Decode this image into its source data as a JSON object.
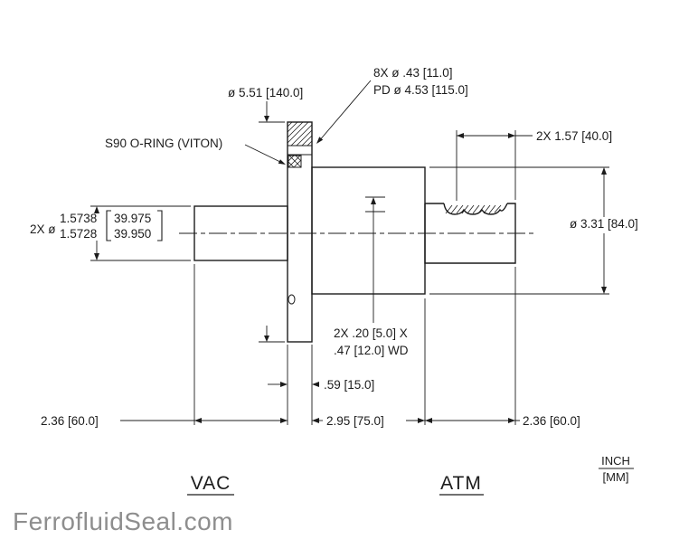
{
  "annotations": {
    "flange_od": "ø 5.51 [140.0]",
    "bolt_holes_line1": "8X ø .43 [11.0]",
    "bolt_holes_line2": "PD ø 4.53 [115.0]",
    "oring": "S90 O-RING (VITON)",
    "groove_spacing": "2X 1.57 [40.0]",
    "shaft_dia_prefix": "2X ø",
    "shaft_dia_inch_upper": "1.5738",
    "shaft_dia_inch_lower": "1.5728",
    "shaft_dia_mm_upper": "39.975",
    "shaft_dia_mm_lower": "39.950",
    "body_od": "ø 3.31 [84.0]",
    "groove_note_line1": "2X .20 [5.0] X",
    "groove_note_line2": ".47 [12.0] WD",
    "flange_thickness": ".59 [15.0]",
    "length_left": "2.36 [60.0]",
    "length_mid": "2.95 [75.0]",
    "length_right": "2.36 [60.0]"
  },
  "labels": {
    "vacuum_side": "VAC",
    "atmosphere_side": "ATM",
    "units_line1": "INCH",
    "units_line2": "[MM]"
  },
  "watermark": "FerrofluidSeal.com",
  "colors": {
    "line": "#1c1c1c",
    "watermark": "#8e8e8e",
    "background": "#ffffff"
  }
}
